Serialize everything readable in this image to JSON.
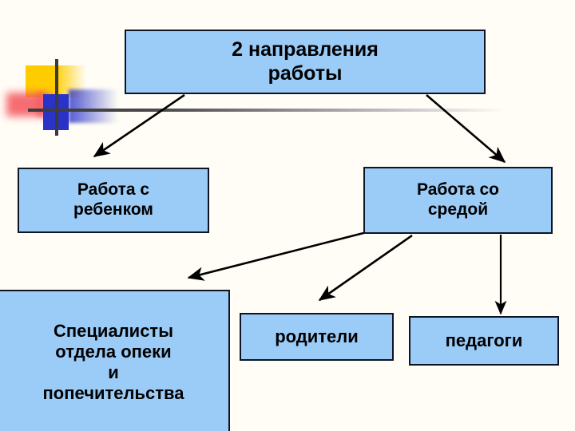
{
  "slide": {
    "background_color": "#fffdf6",
    "box_fill_color": "#9bcbf7",
    "box_border_color": "#0d1424",
    "text_color": "#000000"
  },
  "decoration": {
    "name": "powerpoint-corner-motif",
    "yellow_color": "#ffcc00",
    "red_color": "#f4545c",
    "blue_color": "#2a32c8",
    "line_color": "#3b3b3b"
  },
  "diagram": {
    "type": "hierarchy",
    "nodes": [
      {
        "id": "title",
        "label": "2 направления\nработы",
        "level": 0
      },
      {
        "id": "child",
        "label": "Работа с\nребенком",
        "level": 1
      },
      {
        "id": "environment",
        "label": "Работа со\nсредой",
        "level": 1
      },
      {
        "id": "specialists",
        "label": "Специалисты\nотдела опеки\nи\nпопечительства",
        "level": 2
      },
      {
        "id": "parents",
        "label": "родители",
        "level": 2
      },
      {
        "id": "teachers",
        "label": "педагоги",
        "level": 2
      }
    ],
    "edges": [
      {
        "from": "title",
        "to": "child",
        "style": "arrow"
      },
      {
        "from": "title",
        "to": "environment",
        "style": "arrow"
      },
      {
        "from": "environment",
        "to": "specialists",
        "style": "arrow"
      },
      {
        "from": "environment",
        "to": "parents",
        "style": "arrow"
      },
      {
        "from": "environment",
        "to": "teachers",
        "style": "arrow"
      }
    ]
  }
}
